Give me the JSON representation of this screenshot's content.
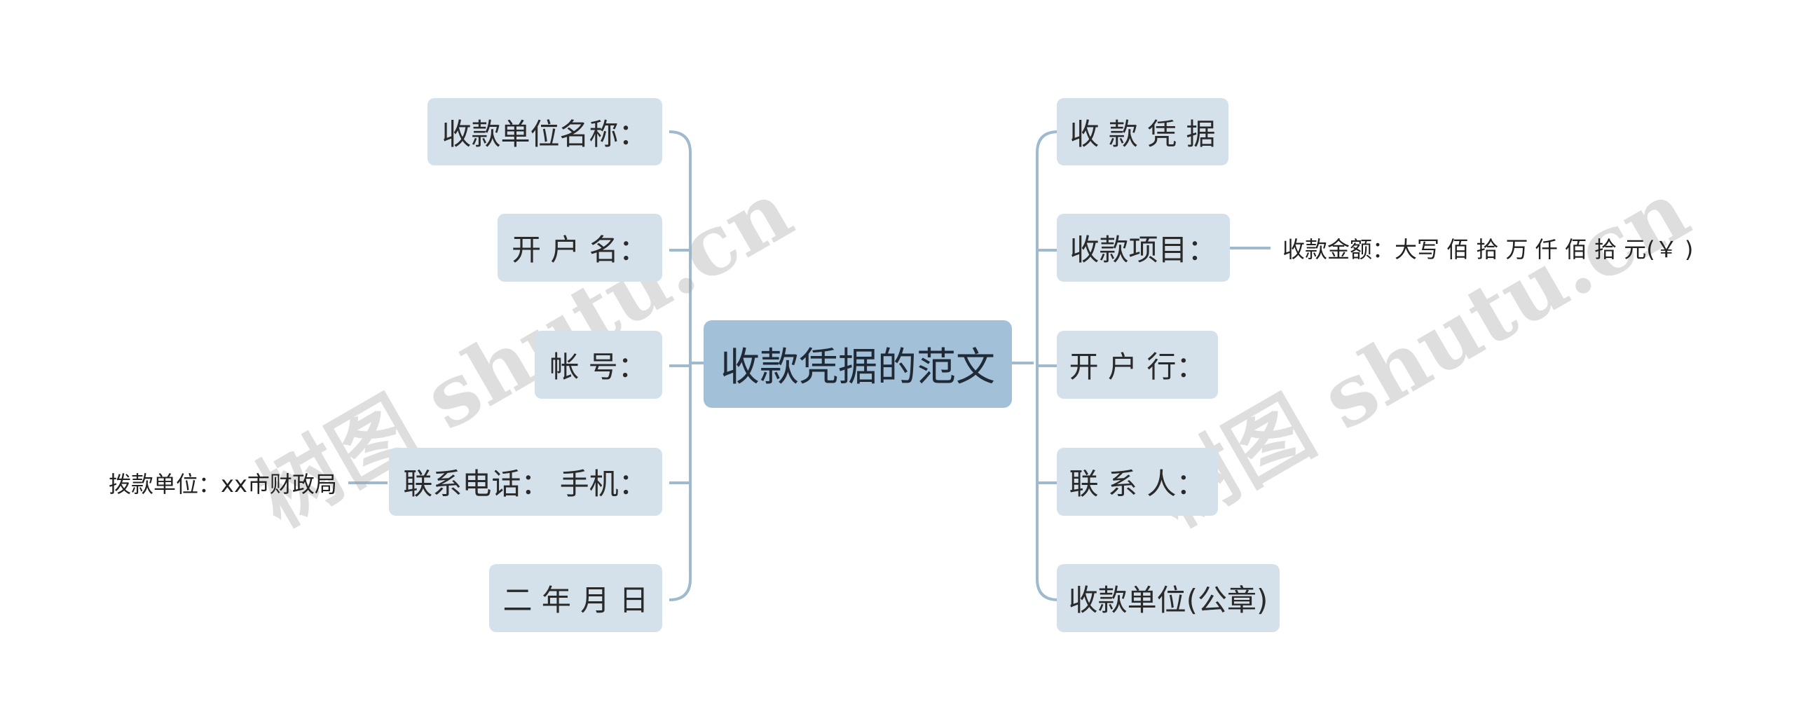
{
  "central": "收款凭据的范文",
  "left_nodes": [
    "收款单位名称：",
    "开 户 名：",
    "帐 号：",
    "联系电话：  手机：",
    "二 年 月 日"
  ],
  "right_nodes": [
    "收 款 凭 据",
    "收款项目：",
    "开 户 行：",
    "联 系 人：",
    "收款单位(公章)"
  ],
  "left_leaf": "拨款单位：xx市财政局",
  "right_leaf": "收款金额：大写 佰 拾 万 仟 佰 拾 元(￥ )",
  "watermark": "树图 shutu.cn",
  "colors": {
    "node": "#d5e1ea",
    "central": "#a3c0d9",
    "line": "#9fbacf"
  }
}
